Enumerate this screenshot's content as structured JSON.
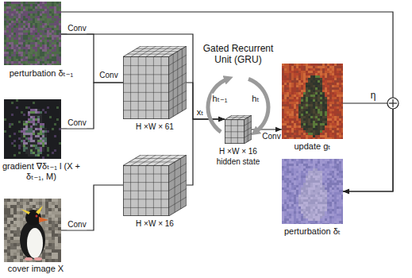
{
  "diagram": {
    "nodes": [
      {
        "text": [
          "perturbation δₜ₋₁"
        ]
      },
      {
        "text": [
          "gradient ∇δₜ₋₁ l (X + δₜ₋₁, M)"
        ]
      },
      {
        "text": [
          "cover image X"
        ]
      },
      {
        "text": [
          "H ×W × 61"
        ]
      },
      {
        "text": [
          "H ×W × 16"
        ]
      },
      {
        "text": [
          "H ×W × 16",
          "hidden state"
        ]
      },
      {
        "text": [
          "update gₜ"
        ]
      },
      {
        "text": [
          "perturbation δₜ"
        ]
      }
    ],
    "edges": [
      {
        "from": 0,
        "to": 3,
        "label": "Conv",
        "arrow": "none"
      },
      {
        "from": 1,
        "to": 3,
        "label": "Conv",
        "arrow": "none"
      },
      {
        "from": 2,
        "to": 4,
        "label": "Conv",
        "arrow": "none"
      },
      {
        "from": 3,
        "to": 5,
        "label": "xₜ",
        "arrow": "to"
      },
      {
        "from": 4,
        "to": 5,
        "arrow": "to"
      },
      {
        "from": 0,
        "to": 5,
        "arrow": "to"
      },
      {
        "from": 5,
        "to": 6,
        "label": "Conv",
        "arrow": "to"
      },
      {
        "from": 6,
        "to": 7,
        "label": "η",
        "arrow": "to"
      },
      {
        "from": 0,
        "to": 7,
        "arrow": "to"
      }
    ],
    "labels": [
      "Gated Recurrent Unit (GRU)",
      "hₜ₋₁",
      "hₜ",
      "Conv"
    ]
  }
}
